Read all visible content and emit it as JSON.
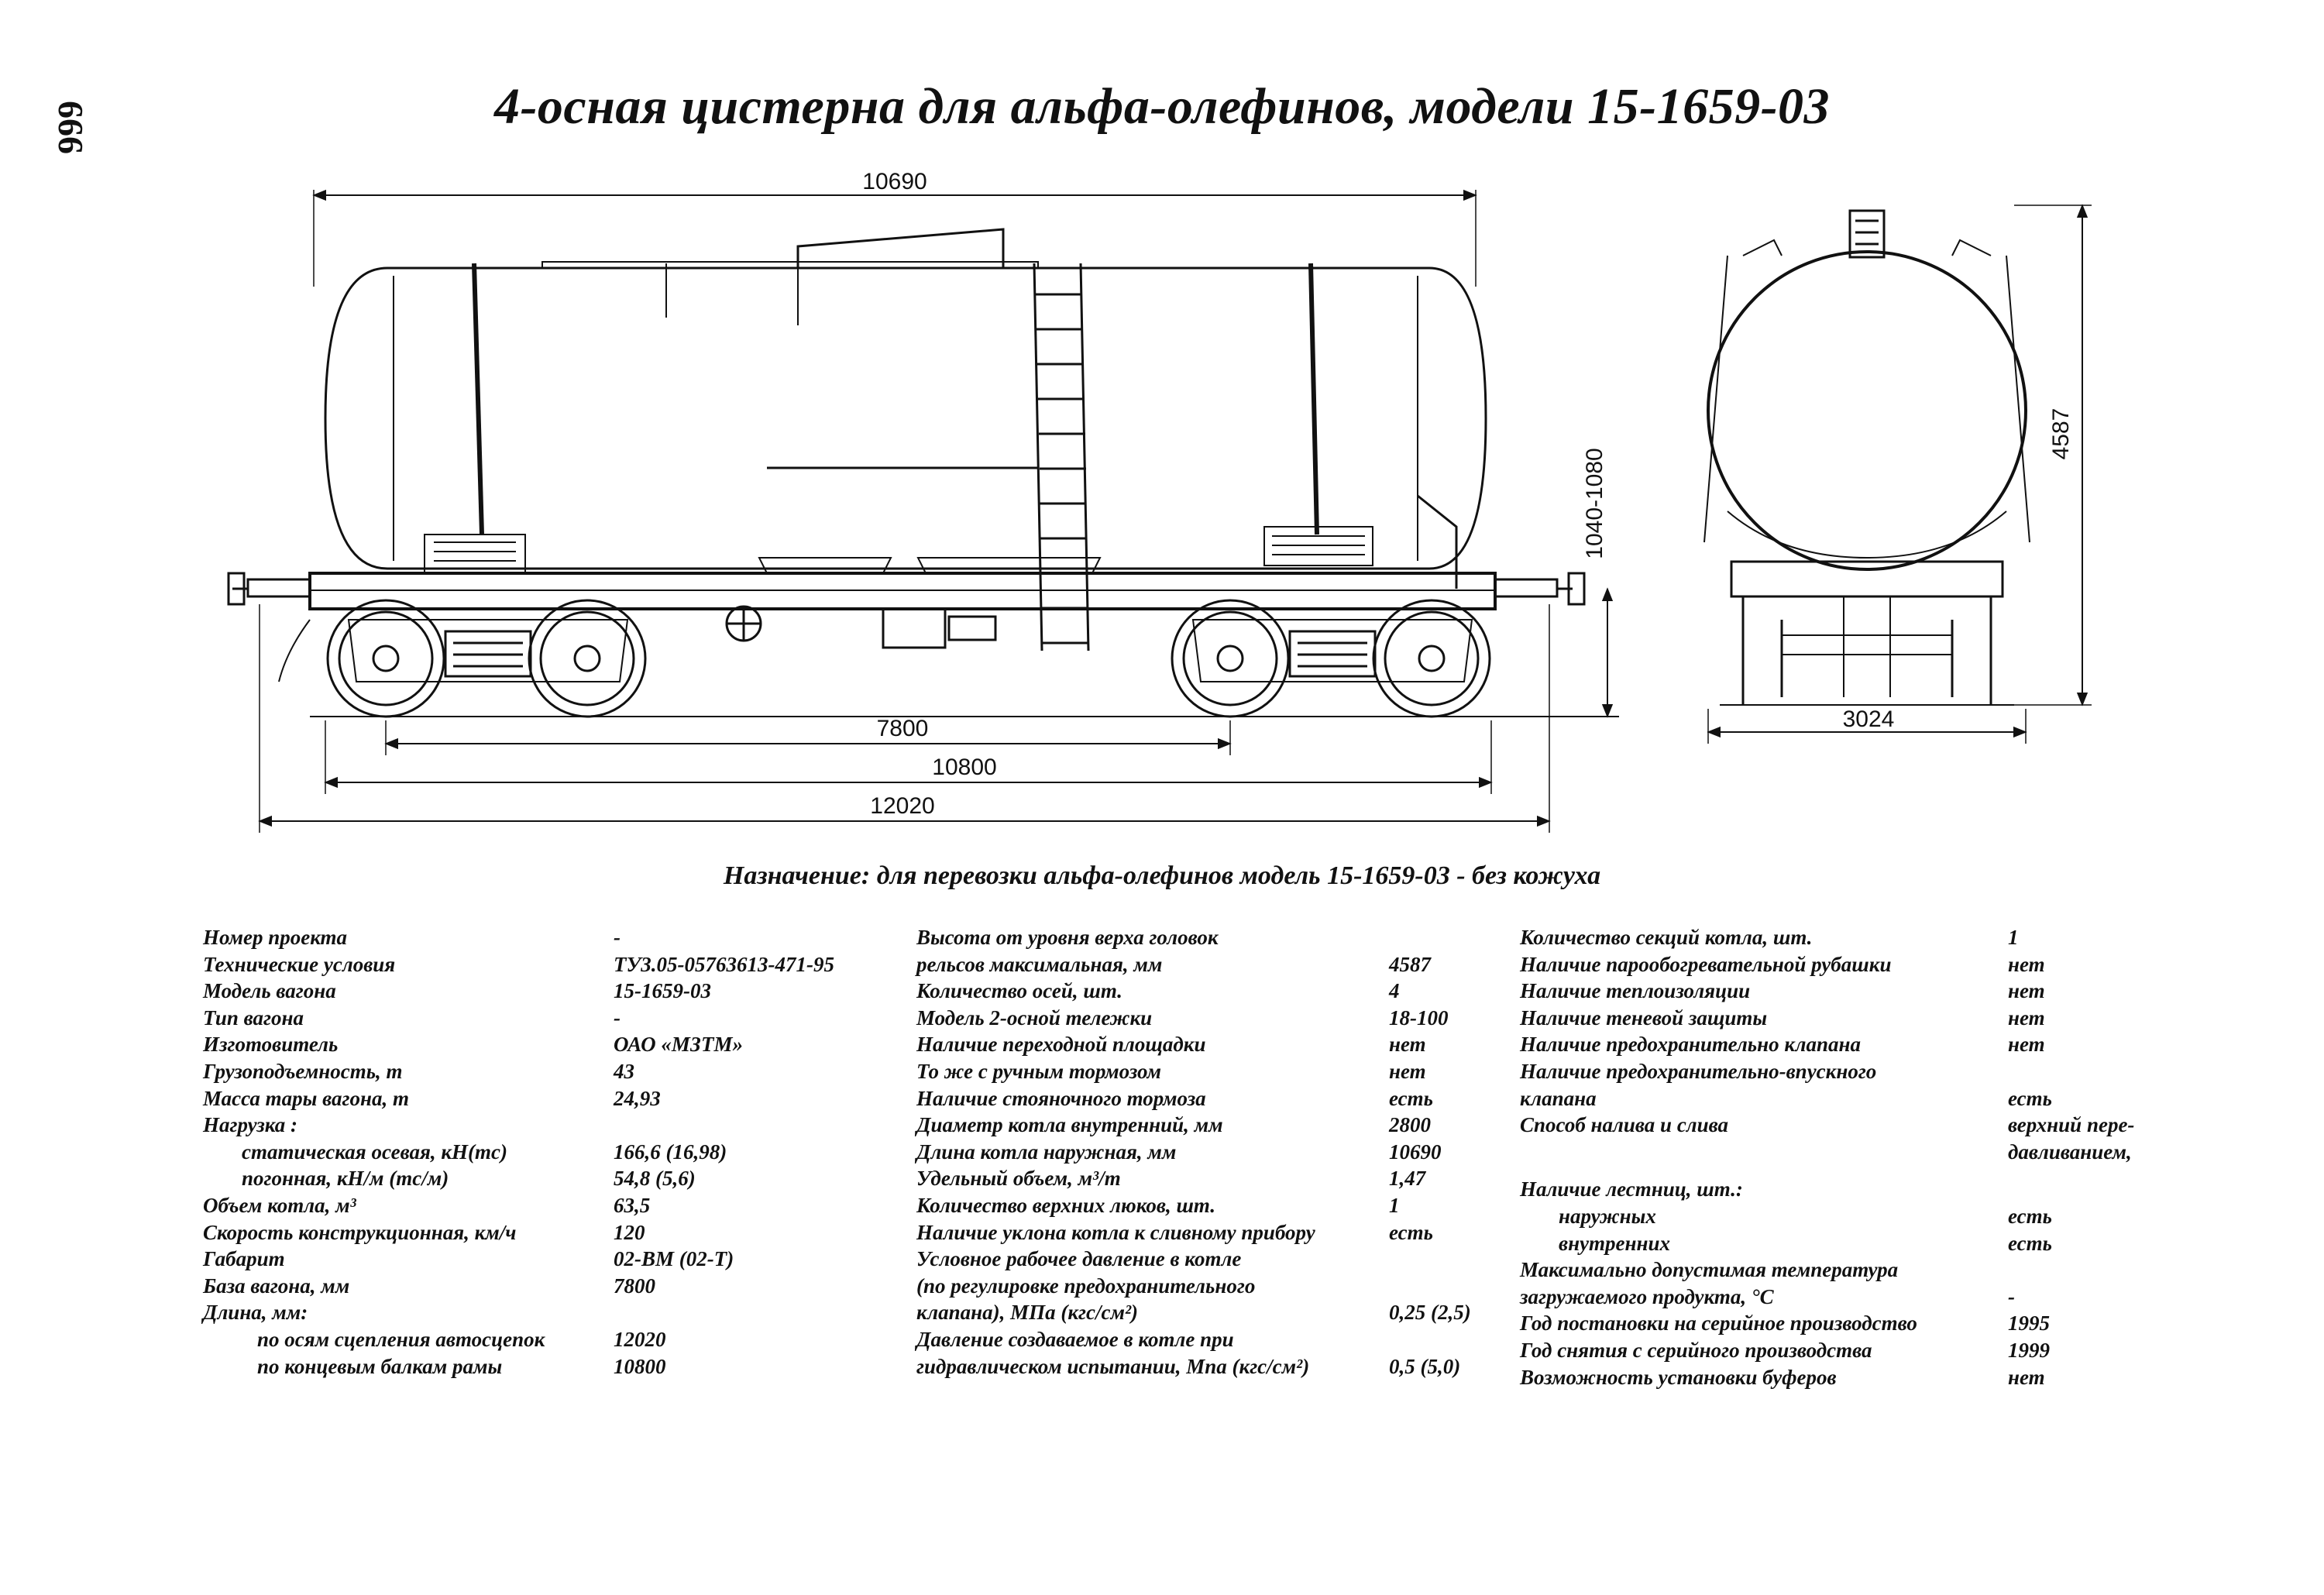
{
  "page_number": "666",
  "title": "4-осная цистерна для альфа-олефинов, модели 15-1659-03",
  "purpose": "Назначение: для перевозки альфа-олефинов модель 15-1659-03 - без кожуха",
  "dimensions": {
    "tank_length": "10690",
    "base": "7800",
    "frame_length": "10800",
    "coupler_length": "12020",
    "coupler_height": "1040-1080",
    "height": "4587",
    "width": "3024"
  },
  "specs_col1": [
    {
      "label": "Номер проекта",
      "value": "-"
    },
    {
      "label": "Технические условия",
      "value": "ТУ3.05-05763613-471-95"
    },
    {
      "label": "Модель вагона",
      "value": "15-1659-03"
    },
    {
      "label": "Тип вагона",
      "value": "-"
    },
    {
      "label": "Изготовитель",
      "value": "ОАО «МЗТМ»"
    },
    {
      "label": "Грузоподъемность, т",
      "value": "43"
    },
    {
      "label": "Масса тары вагона, т",
      "value": "24,93"
    },
    {
      "label": "Нагрузка :",
      "value": ""
    },
    {
      "label": "статическая осевая, кН(тс)",
      "value": "166,6 (16,98)"
    },
    {
      "label": "погонная, кН/м (тс/м)",
      "value": "54,8 (5,6)"
    },
    {
      "label": "Объем котла, м³",
      "value": "63,5"
    },
    {
      "label": "Скорость конструкционная, км/ч",
      "value": "120"
    },
    {
      "label": "Габарит",
      "value": "02-ВМ (02-Т)"
    },
    {
      "label": "База вагона, мм",
      "value": "7800"
    },
    {
      "label": "Длина, мм:",
      "value": ""
    },
    {
      "label": "по осям сцепления автосцепок",
      "value": "12020"
    },
    {
      "label": "по концевым балкам рамы",
      "value": "10800"
    }
  ],
  "specs_col2": [
    {
      "label": "Высота от уровня верха головок",
      "value": ""
    },
    {
      "label": "рельсов максимальная, мм",
      "value": "4587"
    },
    {
      "label": "Количество осей, шт.",
      "value": "4"
    },
    {
      "label": "Модель 2-осной тележки",
      "value": "18-100"
    },
    {
      "label": "Наличие переходной площадки",
      "value": "нет"
    },
    {
      "label": "То же с ручным тормозом",
      "value": "нет"
    },
    {
      "label": "Наличие стояночного тормоза",
      "value": "есть"
    },
    {
      "label": "Диаметр котла внутренний, мм",
      "value": "2800"
    },
    {
      "label": "Длина котла наружная, мм",
      "value": "10690"
    },
    {
      "label": "Удельный объем, м³/т",
      "value": "1,47"
    },
    {
      "label": "Количество верхних люков, шт.",
      "value": "1"
    },
    {
      "label": "Наличие уклона котла к сливному прибору",
      "value": "есть"
    },
    {
      "label": "Условное рабочее давление в котле",
      "value": ""
    },
    {
      "label": "(по регулировке предохранительного",
      "value": ""
    },
    {
      "label": "клапана), МПа (кгс/см²)",
      "value": "0,25 (2,5)"
    },
    {
      "label": "Давление создаваемое в котле при",
      "value": ""
    },
    {
      "label": "гидравлическом испытании, Мпа (кгс/см²)",
      "value": "0,5 (5,0)"
    }
  ],
  "specs_col3": [
    {
      "label": "Количество секций котла, шт.",
      "value": "1"
    },
    {
      "label": "Наличие парообогревательной рубашки",
      "value": "нет"
    },
    {
      "label": "Наличие теплоизоляции",
      "value": "нет"
    },
    {
      "label": "Наличие теневой защиты",
      "value": "нет"
    },
    {
      "label": "Наличие предохранительно клапана",
      "value": "нет"
    },
    {
      "label": "Наличие предохранительно-впускного",
      "value": ""
    },
    {
      "label": "клапана",
      "value": "есть"
    },
    {
      "label": "Способ налива и слива",
      "value": "верхний пере-"
    },
    {
      "label": "",
      "value": "давливанием,"
    },
    {
      "label": "Наличие лестниц, шт.:",
      "value": ""
    },
    {
      "label": "наружных",
      "value": "есть"
    },
    {
      "label": "внутренних",
      "value": "есть"
    },
    {
      "label": "Максимально допустимая температура",
      "value": ""
    },
    {
      "label": "загружаемого продукта, °С",
      "value": "-"
    },
    {
      "label": "Год постановки на серийное производство",
      "value": "1995"
    },
    {
      "label": "Год снятия с серийного производства",
      "value": "1999"
    },
    {
      "label": "Возможность установки буферов",
      "value": "нет"
    }
  ]
}
